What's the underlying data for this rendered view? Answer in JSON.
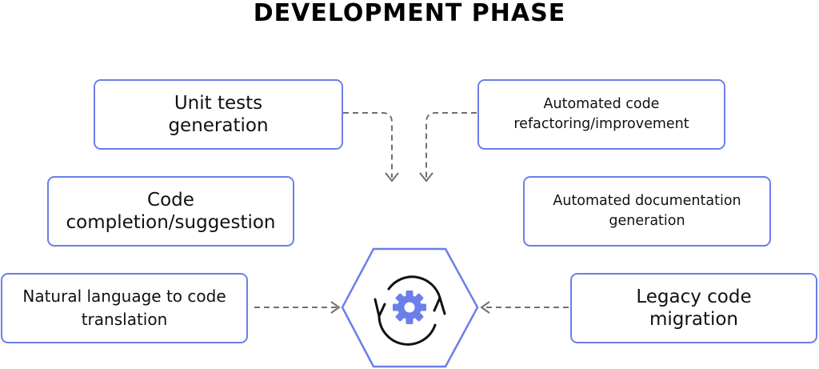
{
  "title": "DEVELOPMENT PHASE",
  "boxes": {
    "unit_tests": "Unit tests generation",
    "refactoring": "Automated code refactoring/improvement",
    "completion": "Code completion/suggestion",
    "documentation": "Automated documentation generation",
    "nl_to_code": "Natural language to code translation",
    "legacy": "Legacy code migration"
  },
  "colors": {
    "accent": "#6B7FEA",
    "arrow": "#707070",
    "text": "#111111"
  },
  "center_icon": "gear-with-refresh-arrows-icon"
}
